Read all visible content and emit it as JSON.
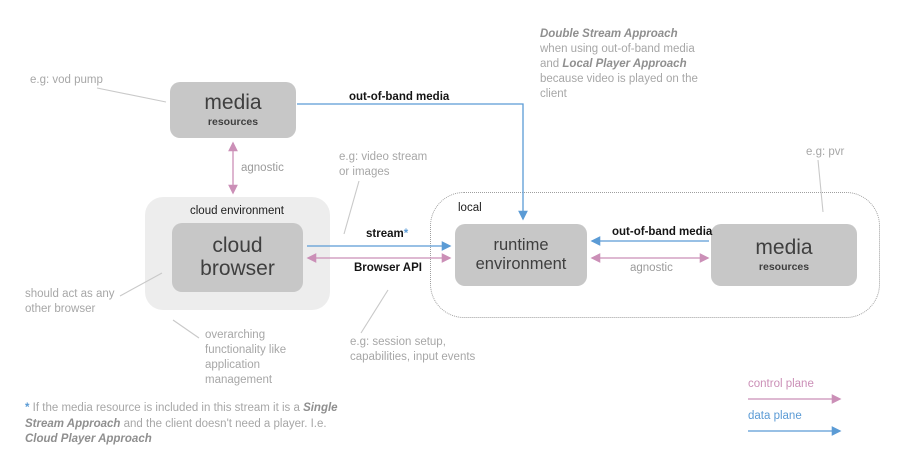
{
  "colors": {
    "box_fill": "#c7c7c7",
    "container_fill": "#ededed",
    "box_text": "#3f3f3f",
    "label_text": "#1c1c1c",
    "annotation_text": "#a7a7a7",
    "annotation_bold_text": "#8f8f8f",
    "control_plane": "#cb8fb7",
    "data_plane": "#5b9bd5",
    "pointer_line": "#c9c9c9",
    "dotted_border": "#9e9e9e"
  },
  "nodes": {
    "media_top": {
      "title": "media",
      "subtitle": "resources"
    },
    "cloud_environment": {
      "label": "cloud environment"
    },
    "cloud_browser": {
      "title": "cloud\nbrowser"
    },
    "local": {
      "label": "local"
    },
    "runtime_environment": {
      "title": "runtime\nenvironment"
    },
    "media_local": {
      "title": "media",
      "subtitle": "resources"
    }
  },
  "edges": {
    "out_of_band_top": "out-of-band media",
    "agnostic_top": "agnostic",
    "stream": "stream",
    "stream_footnote_marker": "*",
    "browser_api": "Browser API",
    "out_of_band_local": "out-of-band media",
    "agnostic_local": "agnostic"
  },
  "annotations": {
    "vod_pump": "e.g: vod pump",
    "video_stream": "e.g: video stream\nor images",
    "pvr": "e.g: pvr",
    "act_as_browser": "should act as any\nother browser",
    "overarching": "overarching\nfunctionality like\napplication\nmanagement",
    "session_setup": "e.g: session setup,\ncapabilities, input events",
    "double_stream": {
      "bold1": "Double Stream Approach",
      "text1": " when using out-of-band media and ",
      "bold2": "Local Player Approach",
      "text2": " because video is played on the client"
    }
  },
  "footnote": {
    "marker": "*",
    "text1": " If the media resource is included in this stream it is a ",
    "bold1": "Single Stream Approach",
    "text2": " and the client doesn't need a player. I.e. ",
    "bold2": "Cloud Player Approach"
  },
  "legend": {
    "control_plane": "control plane",
    "data_plane": "data plane"
  }
}
